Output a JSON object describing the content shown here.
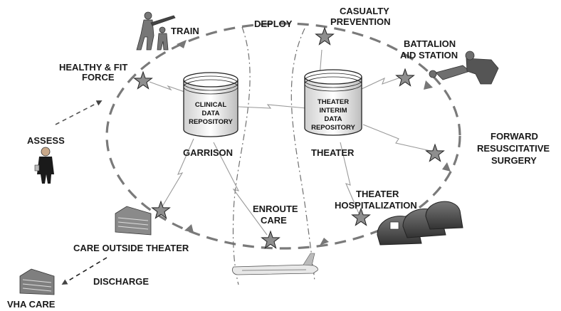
{
  "nodes": {
    "train": "TRAIN",
    "deploy": "DEPLOY",
    "casualty_prevention": [
      "CASUALTY",
      "PREVENTION"
    ],
    "battalion_aid_station": [
      "BATTALION",
      "AID STATION"
    ],
    "healthy_fit_force": [
      "HEALTHY & FIT",
      "FORCE"
    ],
    "assess": "ASSESS",
    "forward_resuscitative_surgery": [
      "FORWARD",
      "RESUSCITATIVE",
      "SURGERY"
    ],
    "garrison": "GARRISON",
    "theater": "THEATER",
    "theater_hospitalization": [
      "THEATER",
      "HOSPITALIZATION"
    ],
    "enroute_care": [
      "ENROUTE",
      "CARE"
    ],
    "care_outside_theater": "CARE OUTSIDE THEATER",
    "discharge": "DISCHARGE",
    "vha_care": "VHA CARE"
  },
  "repositories": {
    "clinical": [
      "CLINICAL",
      "DATA",
      "REPOSITORY"
    ],
    "theater_interim": [
      "THEATER",
      "INTERIM",
      "DATA",
      "REPOSITORY"
    ]
  },
  "colors": {
    "flow_line": "#7a7a7a",
    "star": "#8e8e8e",
    "text": "#1a1a1a"
  }
}
